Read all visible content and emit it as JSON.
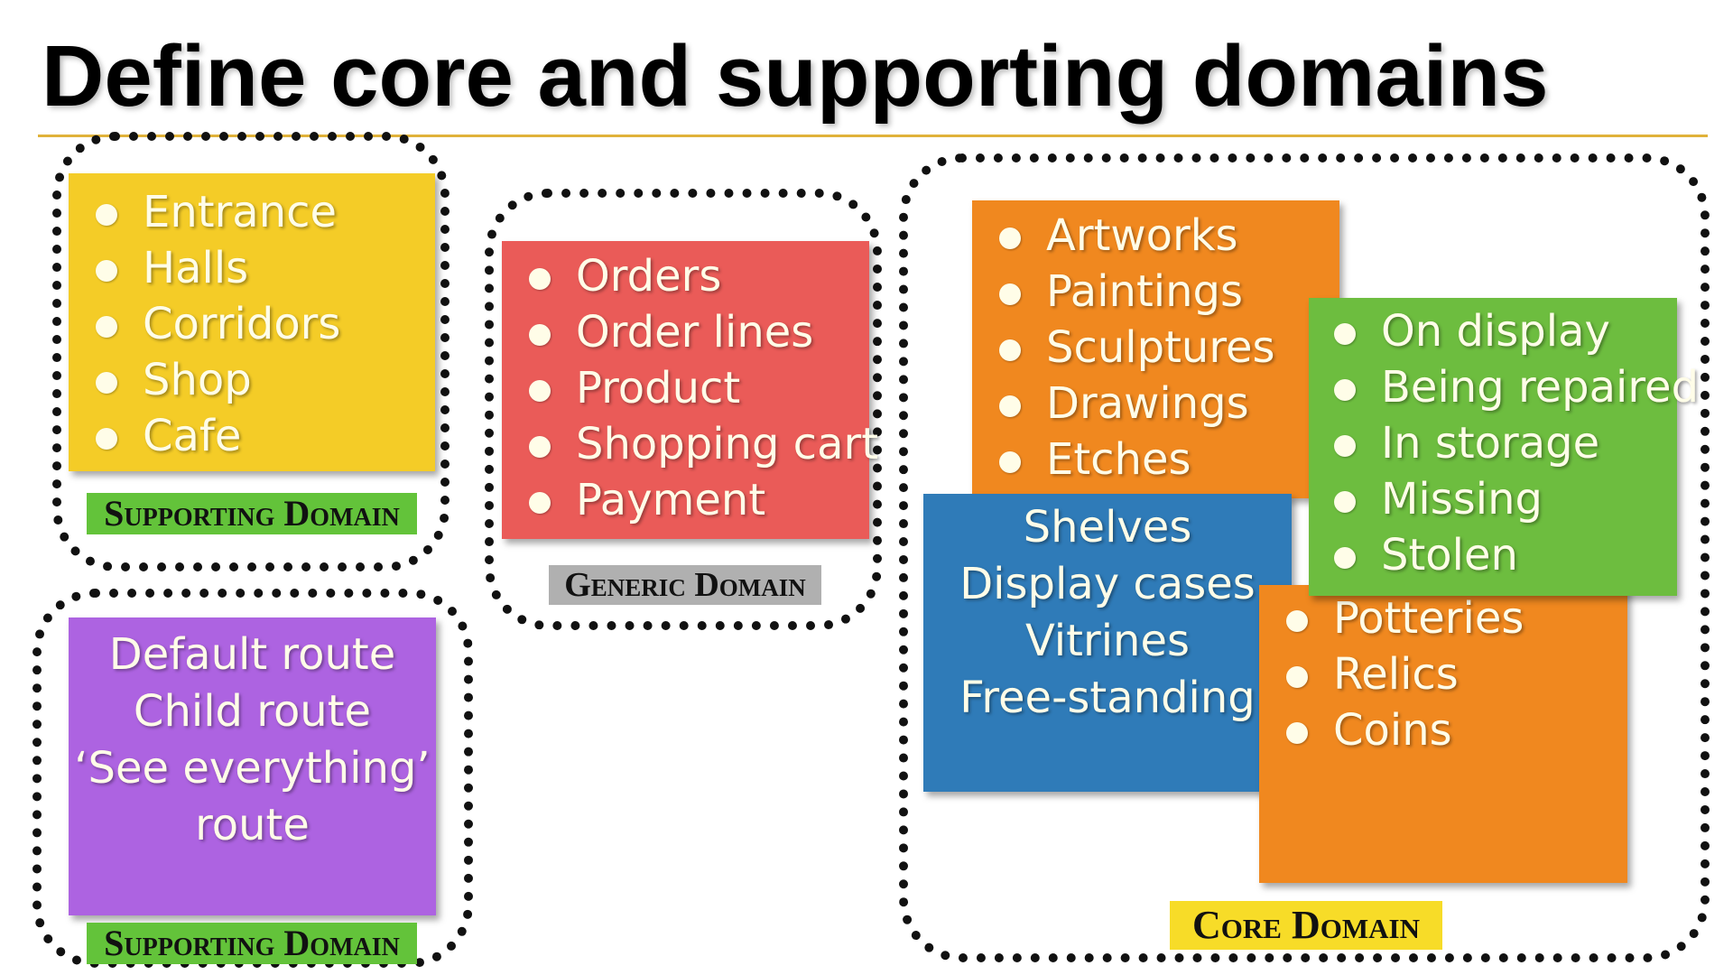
{
  "title": "Define core and supporting domains",
  "colors": {
    "yellow": "#f4cc27",
    "red": "#ea5b58",
    "purple": "#ad63e1",
    "orange": "#f0881f",
    "blue": "#2f7bb8",
    "green": "#6dbd3f",
    "label_green": "#63c33a",
    "label_gray": "#b0b0b0",
    "label_yellow": "#f7dc28",
    "rule": "#e0b23a"
  },
  "supporting_domain_1": {
    "items": [
      "Entrance",
      "Halls",
      "Corridors",
      "Shop",
      "Cafe"
    ],
    "label": "Supporting Domain"
  },
  "generic_domain": {
    "items": [
      "Orders",
      "Order lines",
      "Product",
      "Shopping cart",
      "Payment"
    ],
    "label": "Generic Domain"
  },
  "supporting_domain_2": {
    "lines": [
      "Default route",
      "Child route",
      "‘See everything’",
      "route"
    ],
    "label": "Supporting Domain"
  },
  "core_domain": {
    "artworks": [
      "Artworks",
      "Paintings",
      "Sculptures",
      "Drawings",
      "Etches"
    ],
    "status": [
      "On display",
      "Being repaired",
      "In storage",
      "Missing",
      "Stolen"
    ],
    "storage": [
      "Shelves",
      "Display cases",
      "Vitrines",
      "Free-standing"
    ],
    "objects": [
      "Potteries",
      "Relics",
      "Coins"
    ],
    "label": "Core Domain"
  }
}
